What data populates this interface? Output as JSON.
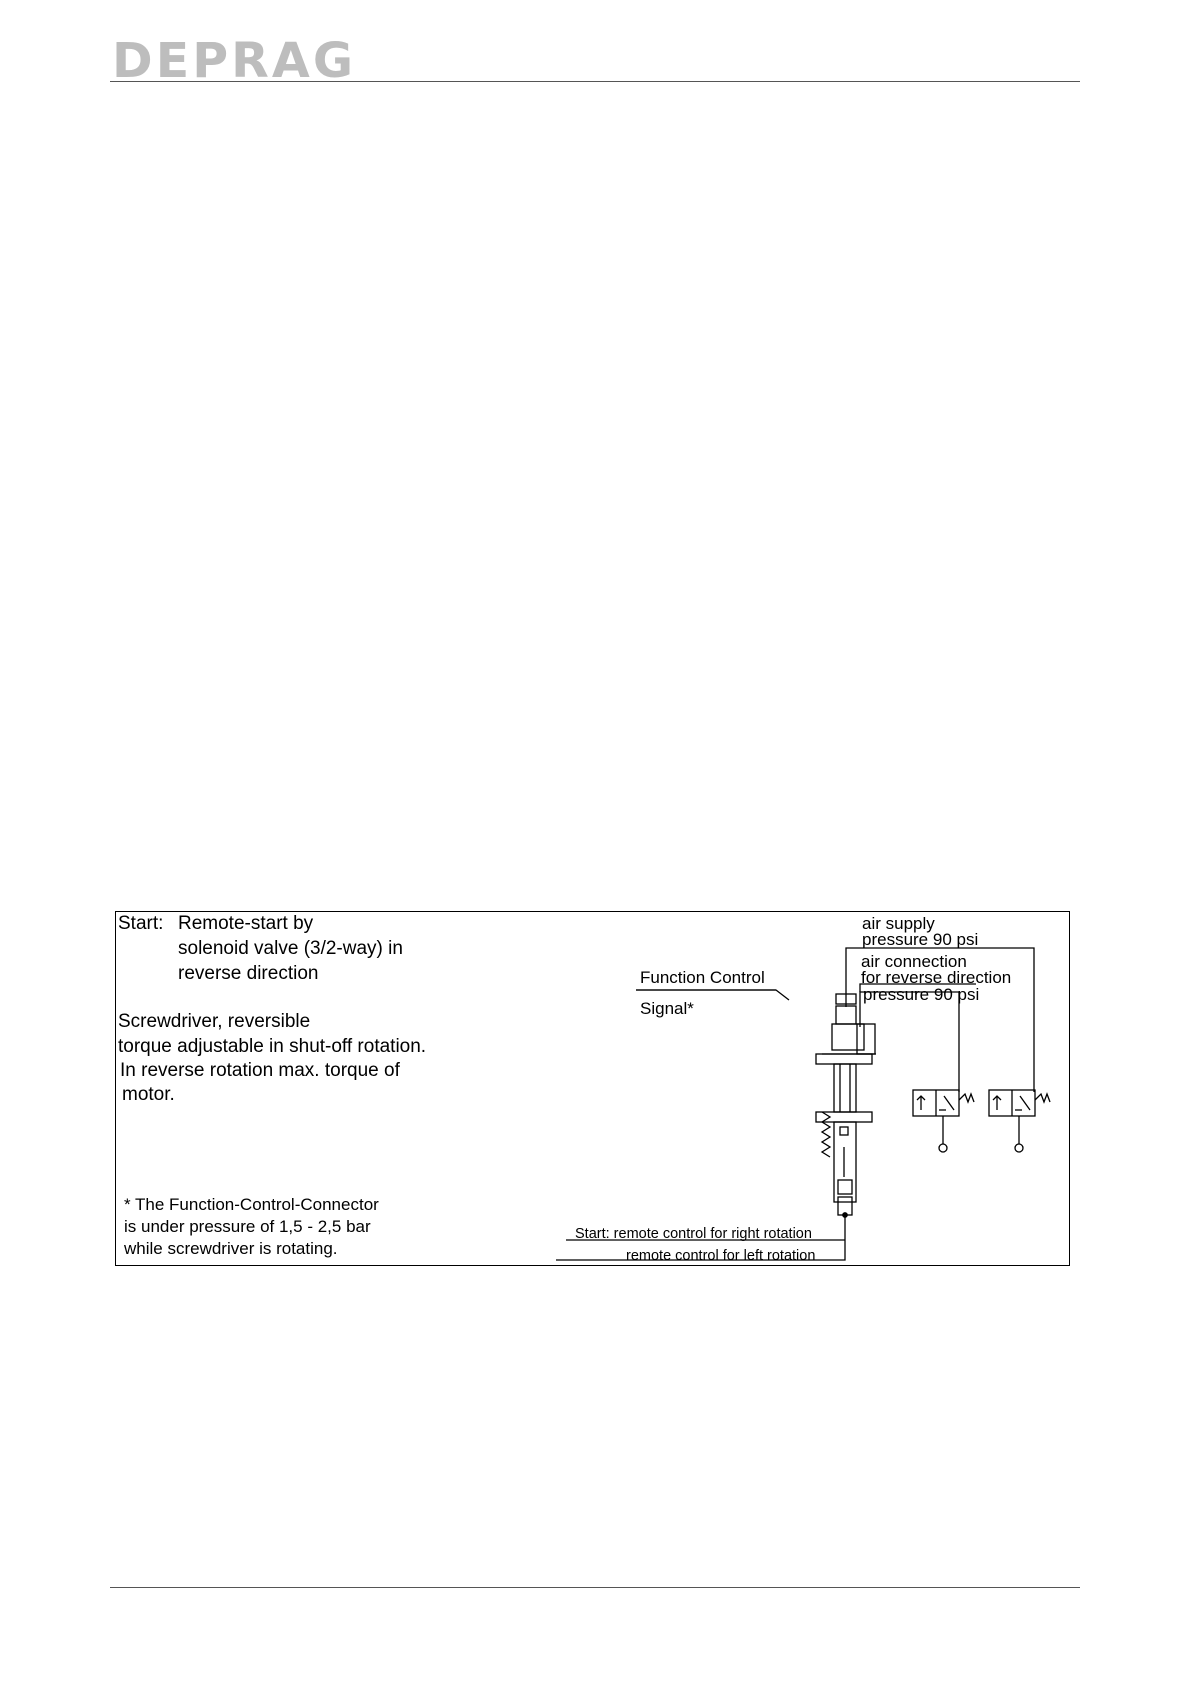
{
  "header": {
    "logo_text": "DEPRAG"
  },
  "figure": {
    "start_label": "Start:",
    "start_lines": [
      "Remote-start by",
      "solenoid valve (3/2-way) in",
      "reverse direction"
    ],
    "description_lines": [
      "Screwdriver, reversible",
      "torque adjustable in shut-off rotation.",
      "In reverse rotation max. torque of",
      "motor."
    ],
    "note_lines": [
      "* The Function-Control-Connector",
      "is under pressure of 1,5 - 2,5 bar",
      "while screwdriver is rotating."
    ],
    "labels": {
      "air_supply_1": "air supply",
      "air_supply_2": "pressure 90 psi",
      "reverse_1": "air connection",
      "reverse_2": "for reverse direction",
      "reverse_3": "pressure 90 psi",
      "function_control": "Function Control",
      "signal": "Signal*",
      "right_rotation": "Start: remote control for right rotation",
      "left_rotation": "remote control for left rotation"
    }
  }
}
